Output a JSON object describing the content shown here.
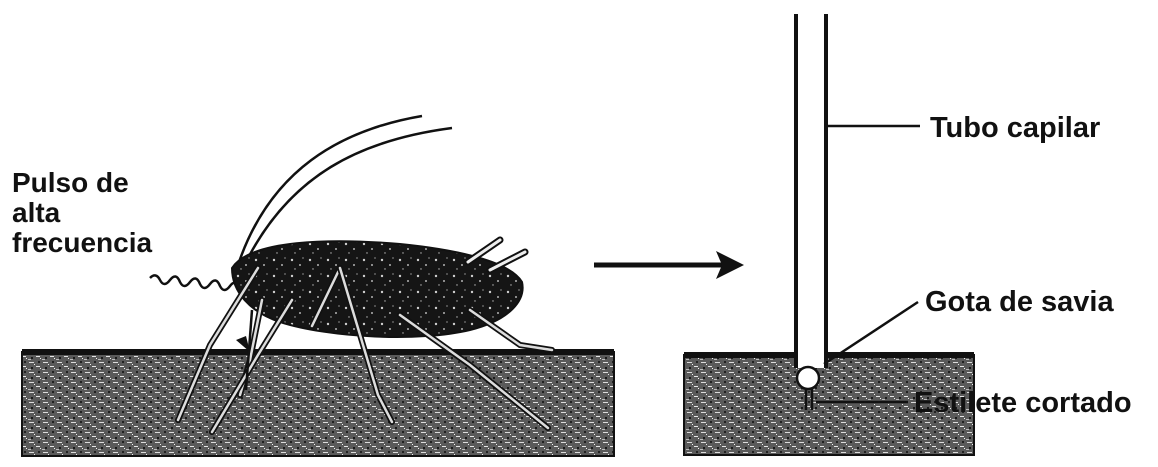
{
  "labels": {
    "pulse": [
      "Pulso de",
      "alta",
      "frecuencia"
    ],
    "tube": "Tubo capilar",
    "drop": "Gota de savia",
    "stylet": "Estilete cortado"
  },
  "colors": {
    "ink": "#111111",
    "soil": "#2a2a2a",
    "paper": "#ffffff"
  },
  "icons": {
    "aphid": "aphid-insect-icon",
    "arrow": "right-arrow-icon",
    "pulse": "wavy-pulse-icon"
  }
}
